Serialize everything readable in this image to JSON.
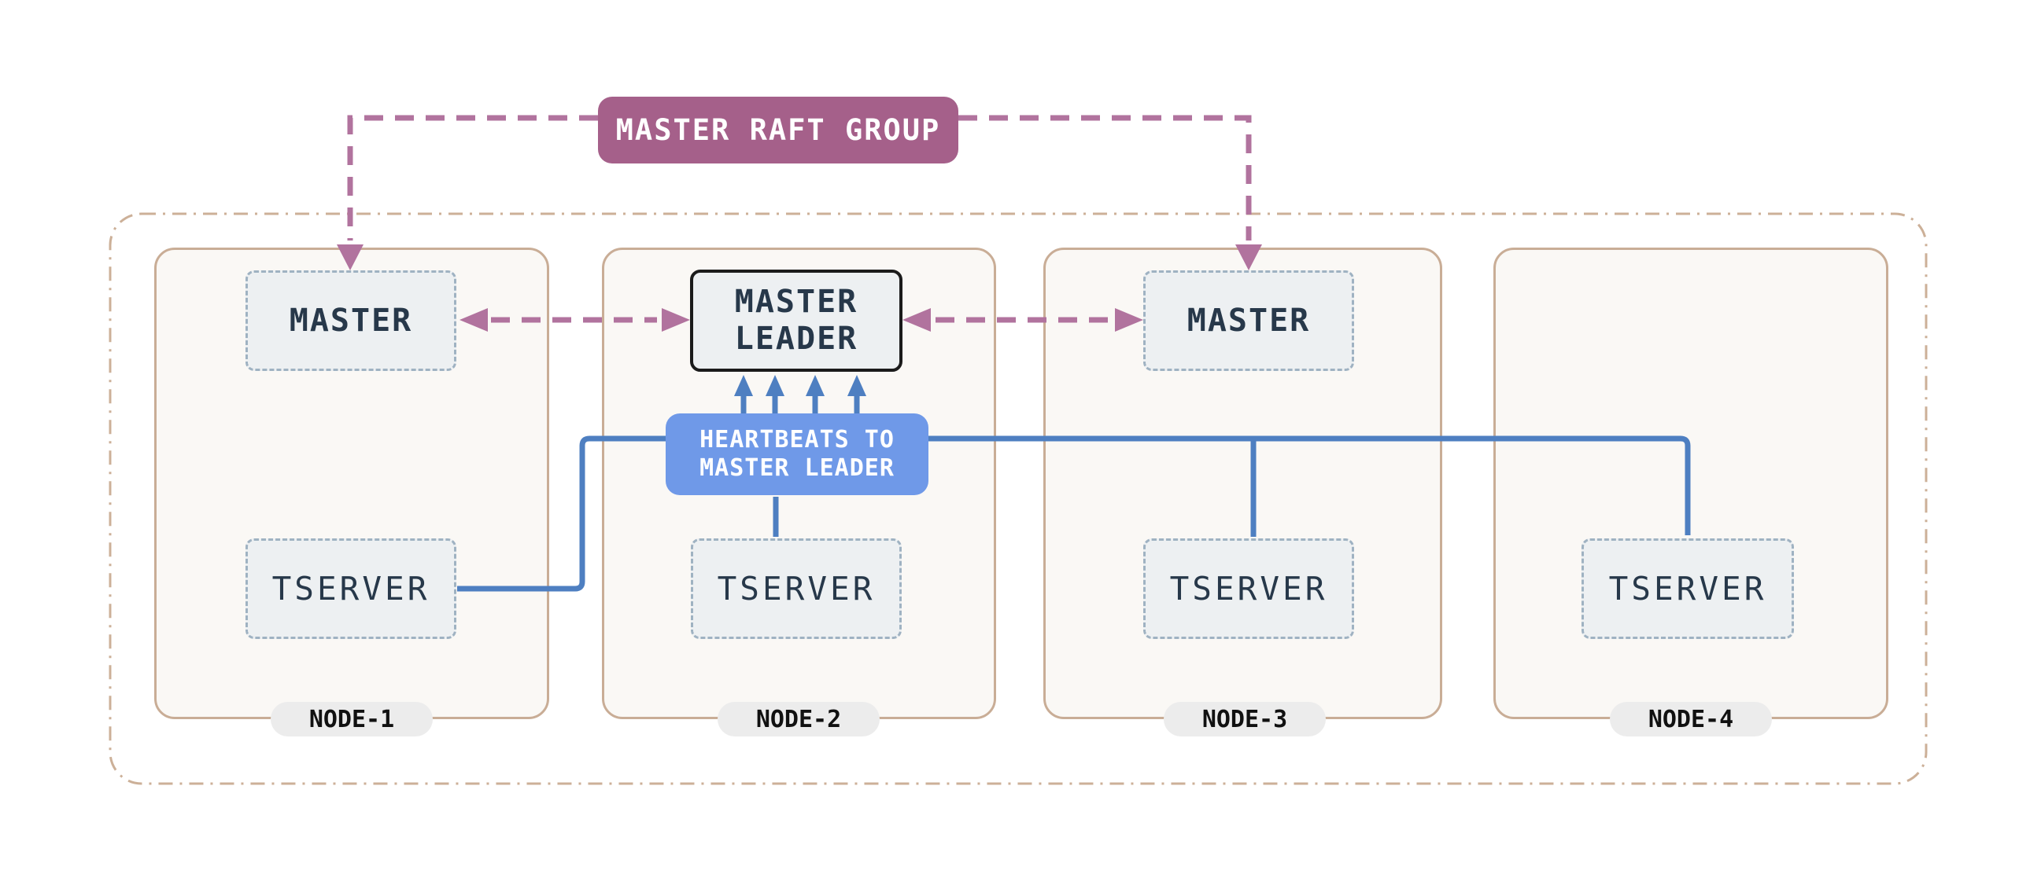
{
  "diagram": {
    "raft_group": {
      "label": "MASTER RAFT GROUP"
    },
    "heartbeat": {
      "label": "HEARTBEATS TO MASTER LEADER"
    },
    "nodes": [
      {
        "label": "NODE-1",
        "master": "MASTER",
        "tserver": "TSERVER"
      },
      {
        "label": "NODE-2",
        "master": "MASTER LEADER",
        "tserver": "TSERVER"
      },
      {
        "label": "NODE-3",
        "master": "MASTER",
        "tserver": "TSERVER"
      },
      {
        "label": "NODE-4",
        "tserver": "TSERVER"
      }
    ],
    "colors": {
      "raft_badge": "#a5608a",
      "raft_link": "#b1739e",
      "heartbeat_badge": "#6f99e8",
      "heartbeat_line": "#4e7fc1",
      "node_border": "#c9ad96",
      "node_fill": "#faf8f5",
      "server_fill": "#edf0f2",
      "server_border": "#9fb2c2",
      "leader_border": "#1b1b1b",
      "label_text": "#27384a",
      "pill_bg": "#ececec",
      "cluster_outline": "#ccb098"
    }
  }
}
